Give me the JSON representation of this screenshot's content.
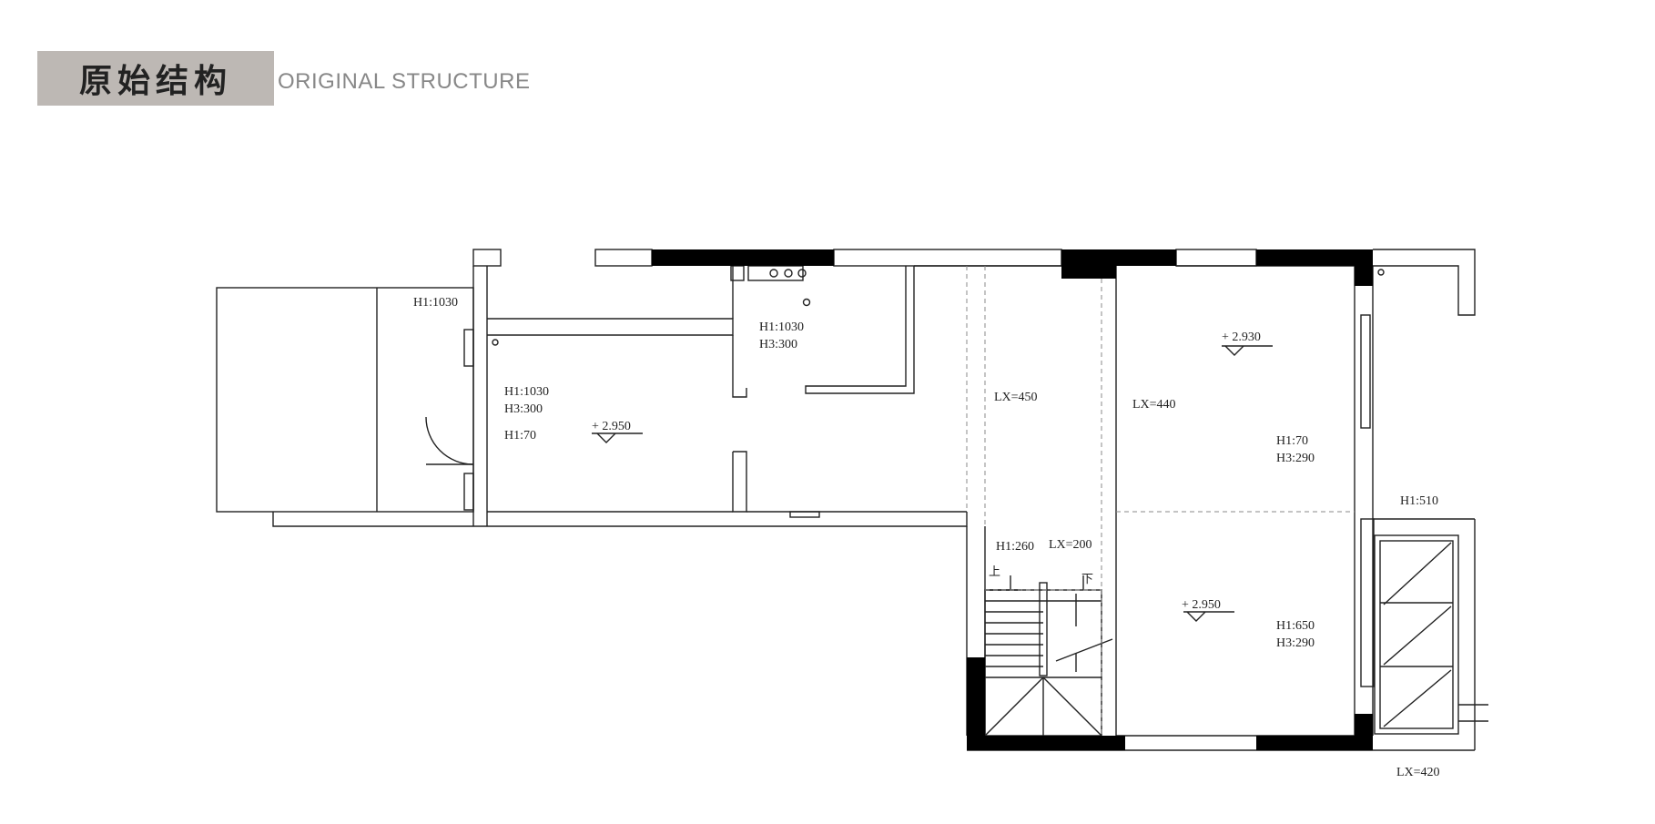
{
  "header": {
    "title_cn": "原始结构",
    "title_en": "ORIGINAL STRUCTURE"
  },
  "labels": {
    "l1": "H1:1030",
    "l2": "H1:1030",
    "l3": "H3:300",
    "l4": "H1:1030",
    "l5": "H3:300",
    "l6": "H1:70",
    "l7": "+ 2.950",
    "l8": "LX=450",
    "l9": "LX=440",
    "l10": "+ 2.930",
    "l11": "H1:70",
    "l12": "H3:290",
    "l13": "H1:510",
    "l14": "H1:260",
    "l15": "LX=200",
    "l16": "上",
    "l17": "下",
    "l18": "+ 2.950",
    "l19": "H1:650",
    "l20": "H3:290",
    "l21": "LX=420"
  },
  "colors": {
    "wall": "#000000",
    "line": "#222222",
    "dashed": "#888888",
    "title_bg": "#bdb8b4",
    "title_en": "#888888"
  }
}
